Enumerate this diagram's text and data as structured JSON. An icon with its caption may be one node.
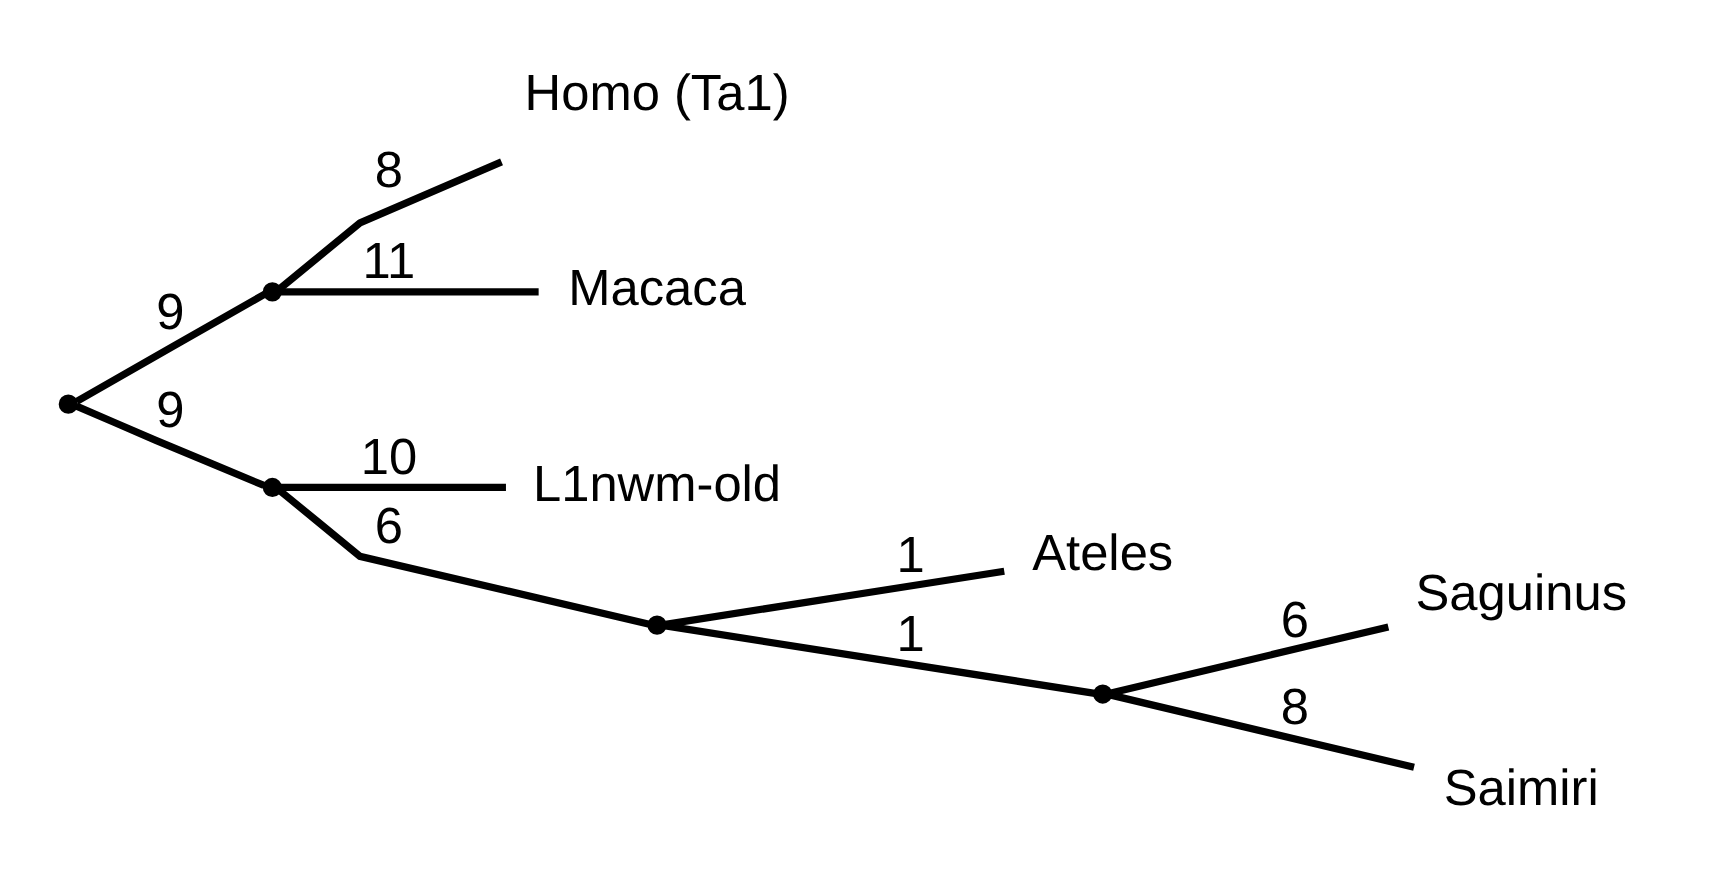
{
  "diagram": {
    "nodes": [
      {
        "text": [],
        "shape": "point"
      },
      {
        "text": [],
        "shape": "point"
      },
      {
        "text": [
          "Homo (Ta1)"
        ]
      },
      {
        "text": [
          "Macaca"
        ]
      },
      {
        "text": [],
        "shape": "point"
      },
      {
        "text": [
          "L1nwm-old"
        ]
      },
      {
        "text": [],
        "shape": "point"
      },
      {
        "text": [
          "Ateles"
        ]
      },
      {
        "text": [],
        "shape": "point"
      },
      {
        "text": [
          "Saguinus"
        ]
      },
      {
        "text": [
          "Saimiri"
        ]
      }
    ],
    "edges": [
      {
        "from": 0,
        "to": 1,
        "arrow": "none",
        "label": "9"
      },
      {
        "from": 0,
        "to": 4,
        "arrow": "none",
        "label": "9"
      },
      {
        "from": 1,
        "to": 2,
        "arrow": "none",
        "label": "8"
      },
      {
        "from": 1,
        "to": 3,
        "arrow": "none",
        "label": "11"
      },
      {
        "from": 4,
        "to": 5,
        "arrow": "none",
        "label": "10"
      },
      {
        "from": 4,
        "to": 6,
        "arrow": "none",
        "label": "6"
      },
      {
        "from": 6,
        "to": 7,
        "arrow": "none",
        "label": "1"
      },
      {
        "from": 6,
        "to": 8,
        "arrow": "none",
        "label": "1"
      },
      {
        "from": 8,
        "to": 9,
        "arrow": "none",
        "label": "6"
      },
      {
        "from": 8,
        "to": 10,
        "arrow": "none",
        "label": "8"
      }
    ]
  }
}
